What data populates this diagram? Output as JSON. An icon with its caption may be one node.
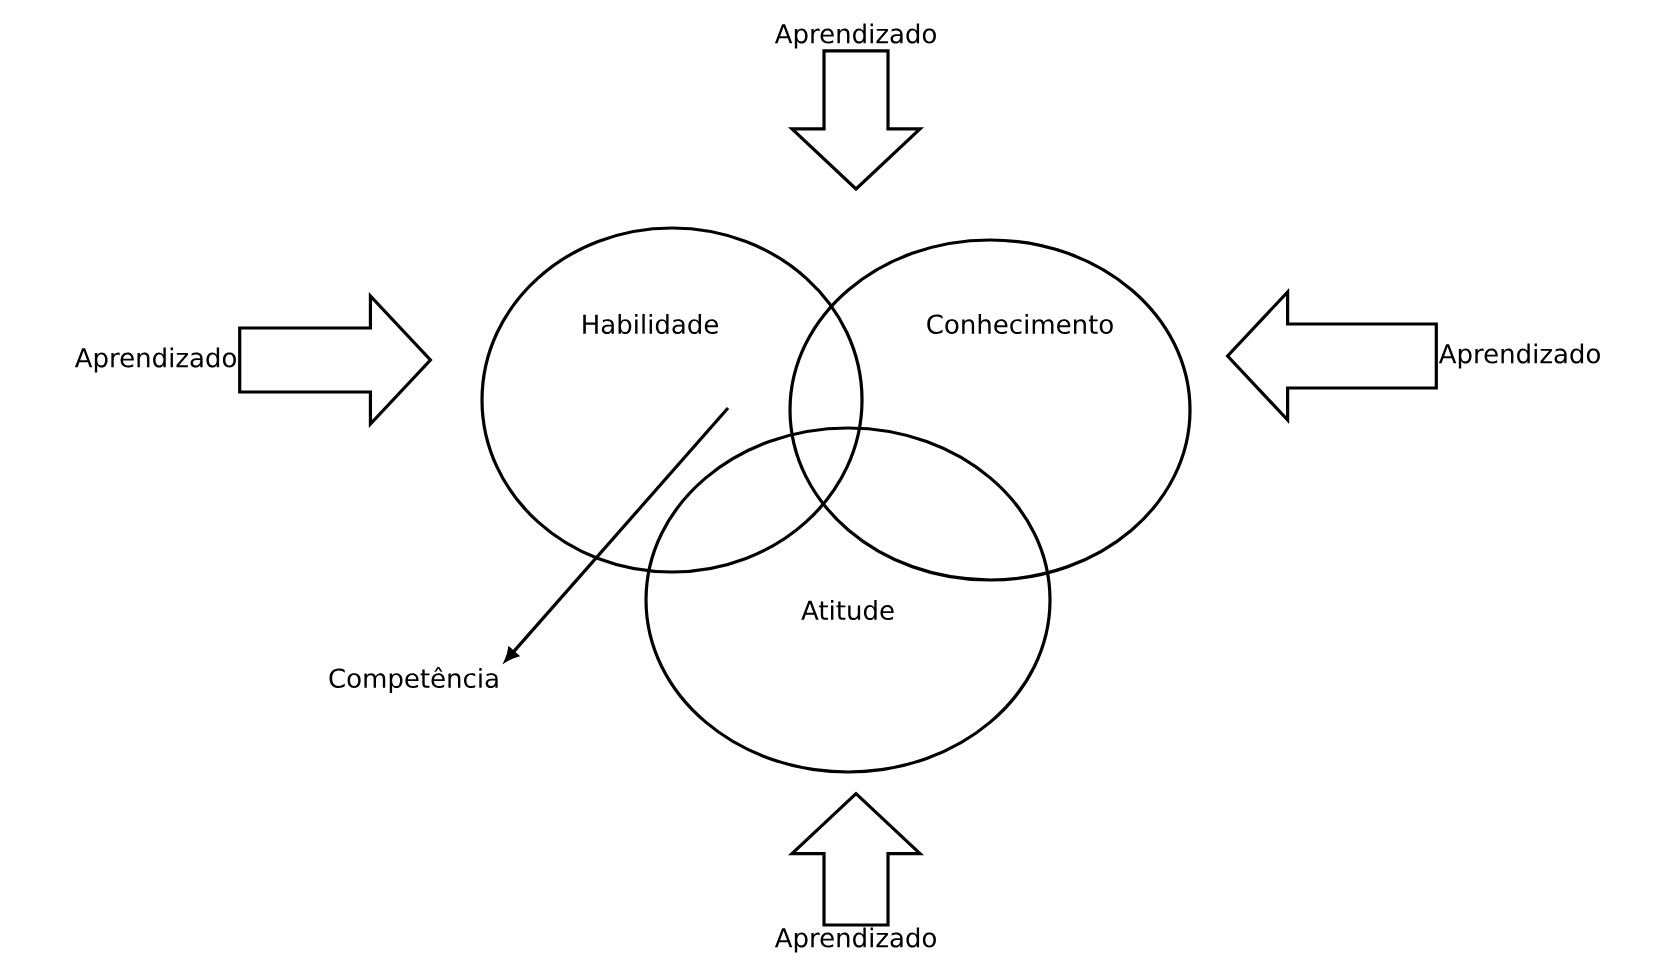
{
  "diagram": {
    "nodes": [
      {
        "text": [
          "Aprendizado"
        ]
      },
      {
        "text": [
          "Aprendizado"
        ]
      },
      {
        "text": [
          "Habilidade"
        ]
      },
      {
        "text": [
          "Conhecimento"
        ]
      },
      {
        "text": [
          "Aprendizado"
        ]
      },
      {
        "text": [
          "Atitude"
        ]
      },
      {
        "text": [
          "Competência"
        ]
      },
      {
        "text": [
          "Aprendizado"
        ]
      }
    ],
    "edges": [
      {
        "from": 0,
        "to": null,
        "arrow": "to"
      },
      {
        "from": 1,
        "to": 2,
        "arrow": "to"
      },
      {
        "from": 4,
        "to": 3,
        "arrow": "to"
      },
      {
        "from": 7,
        "to": 5,
        "arrow": "to"
      },
      {
        "from": 2,
        "to": 6,
        "arrow": "to"
      }
    ]
  }
}
